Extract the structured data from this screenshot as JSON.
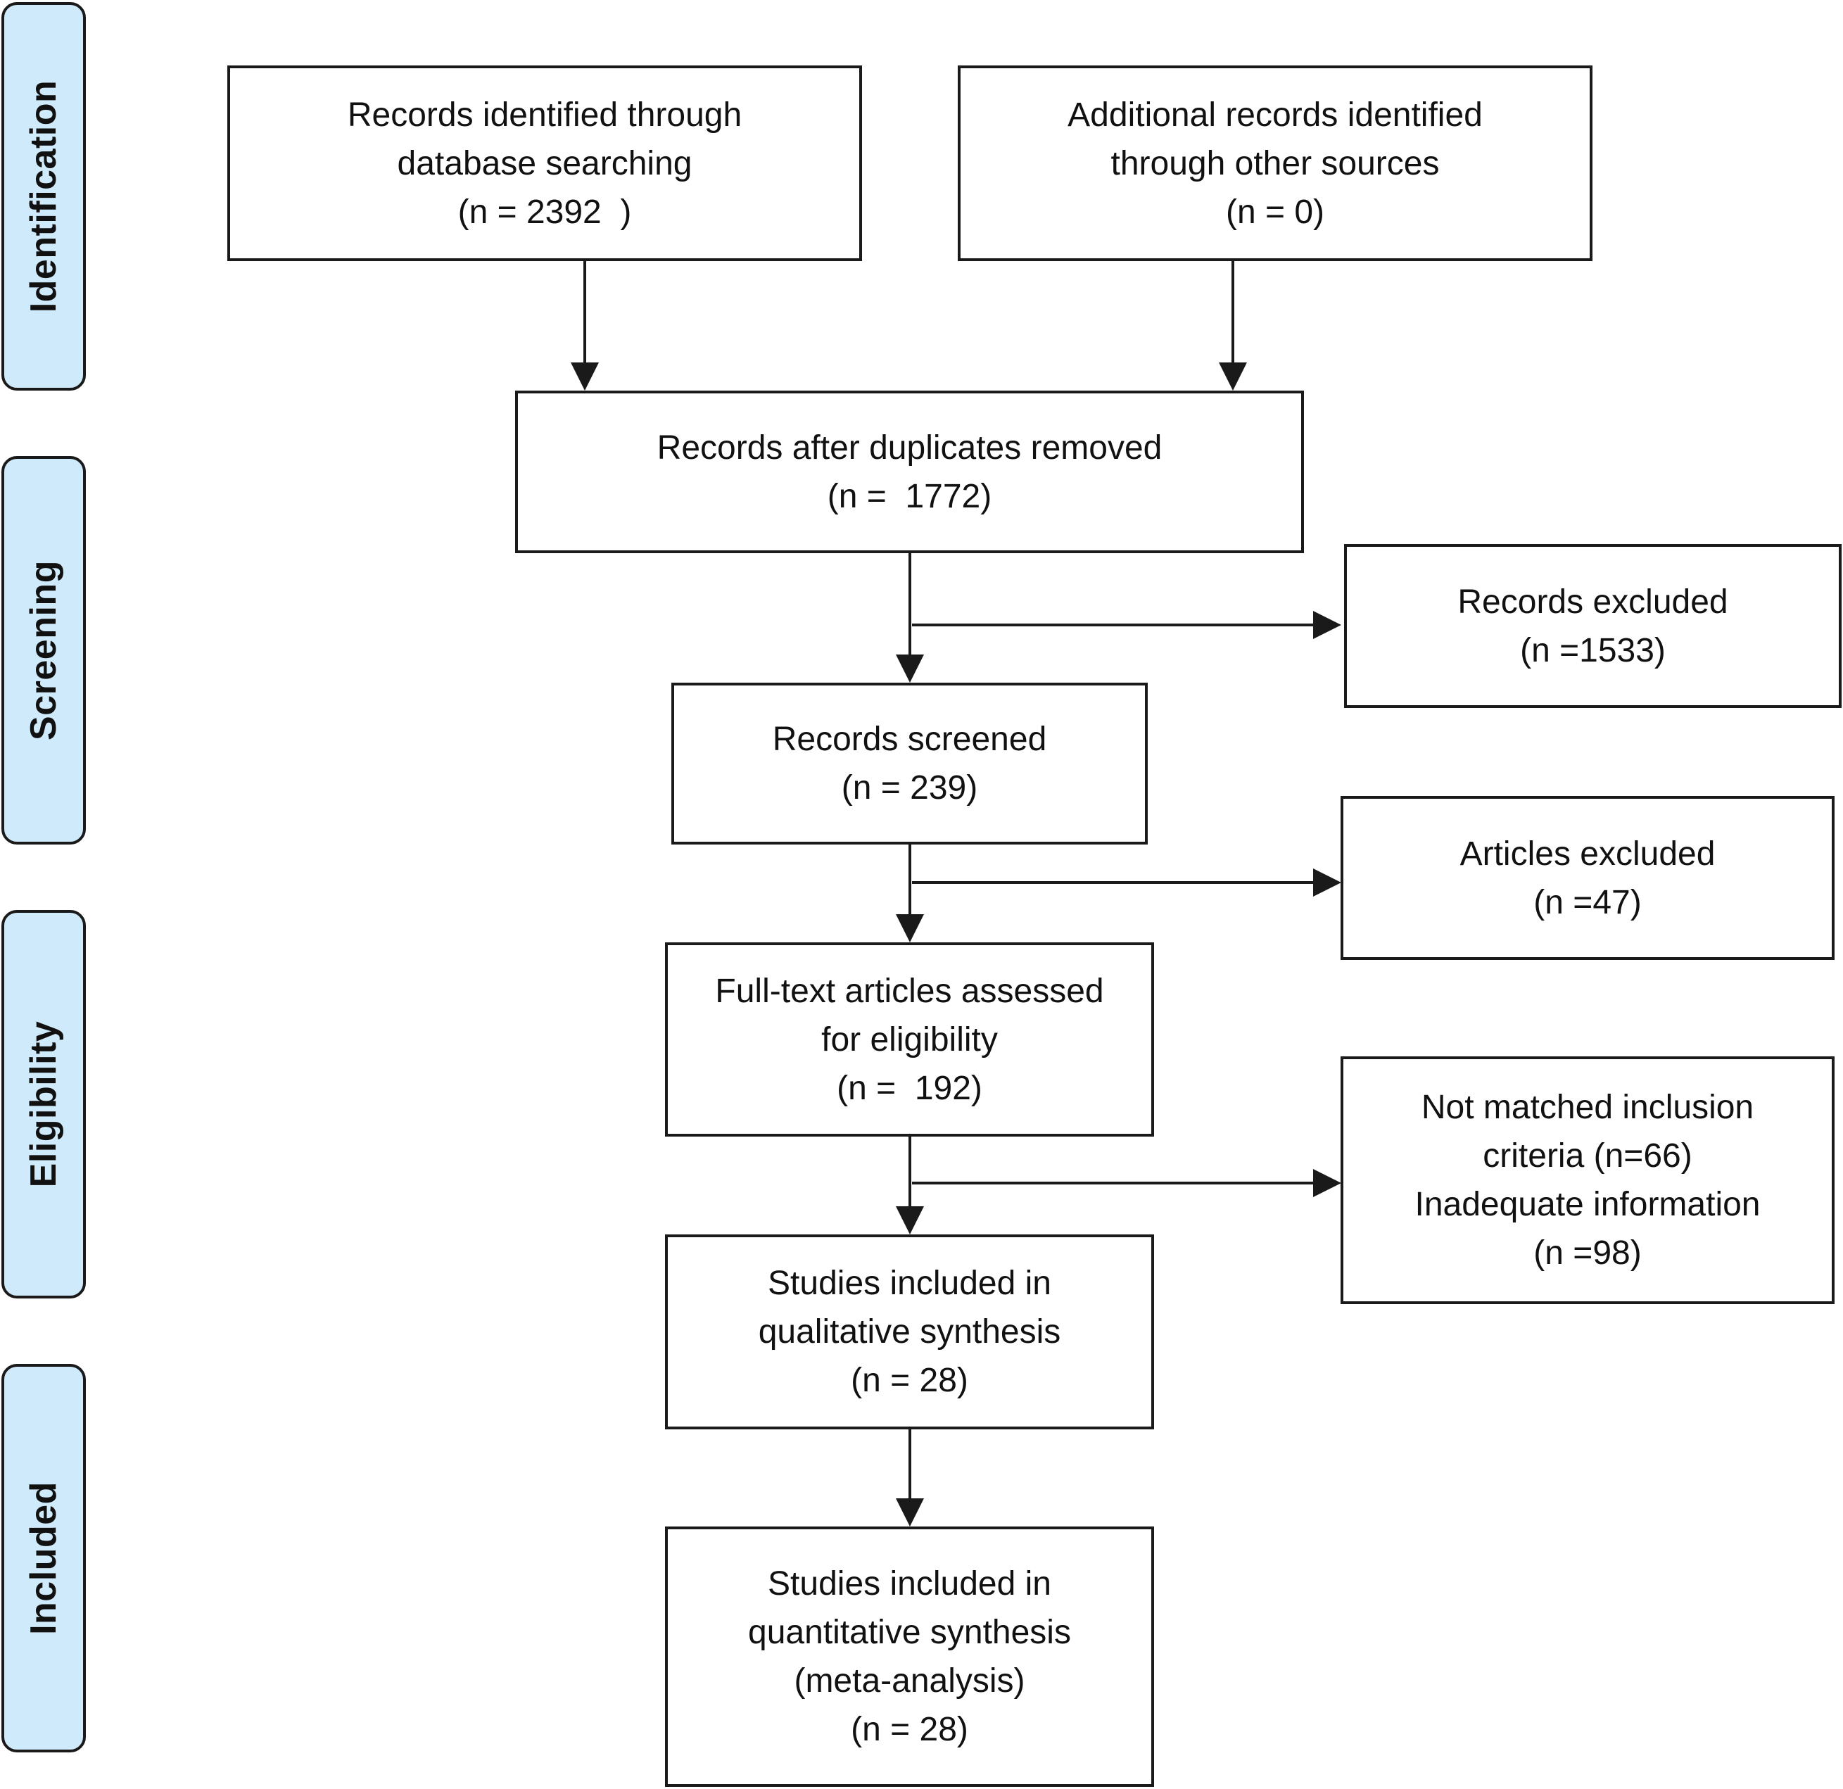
{
  "stages": [
    {
      "id": "identification",
      "label": "Identification"
    },
    {
      "id": "screening",
      "label": "Screening"
    },
    {
      "id": "eligibility",
      "label": "Eligibility"
    },
    {
      "id": "included",
      "label": "Included"
    }
  ],
  "boxes": {
    "database": {
      "lines": [
        "Records identified through",
        "database searching",
        "(n = 2392  )"
      ]
    },
    "other_sources": {
      "lines": [
        "Additional records identified",
        "through other sources",
        "(n = 0)"
      ]
    },
    "after_duplicates": {
      "lines": [
        "Records after duplicates removed",
        "(n =  1772)"
      ]
    },
    "records_excluded": {
      "lines": [
        "Records excluded",
        "(n =1533)"
      ]
    },
    "records_screened": {
      "lines": [
        "Records screened",
        "(n = 239)"
      ]
    },
    "articles_excluded": {
      "lines": [
        "Articles excluded",
        "(n =47)"
      ]
    },
    "full_text": {
      "lines": [
        "Full-text articles assessed",
        "for eligibility",
        "(n =  192)"
      ]
    },
    "not_matched": {
      "lines": [
        "Not matched inclusion",
        "criteria (n=66)",
        "Inadequate information",
        "(n =98)"
      ]
    },
    "qualitative": {
      "lines": [
        "Studies included in",
        "qualitative synthesis",
        "(n = 28)"
      ]
    },
    "quantitative": {
      "lines": [
        "Studies included in",
        "quantitative synthesis",
        "(meta-analysis)",
        "(n = 28)"
      ]
    }
  }
}
